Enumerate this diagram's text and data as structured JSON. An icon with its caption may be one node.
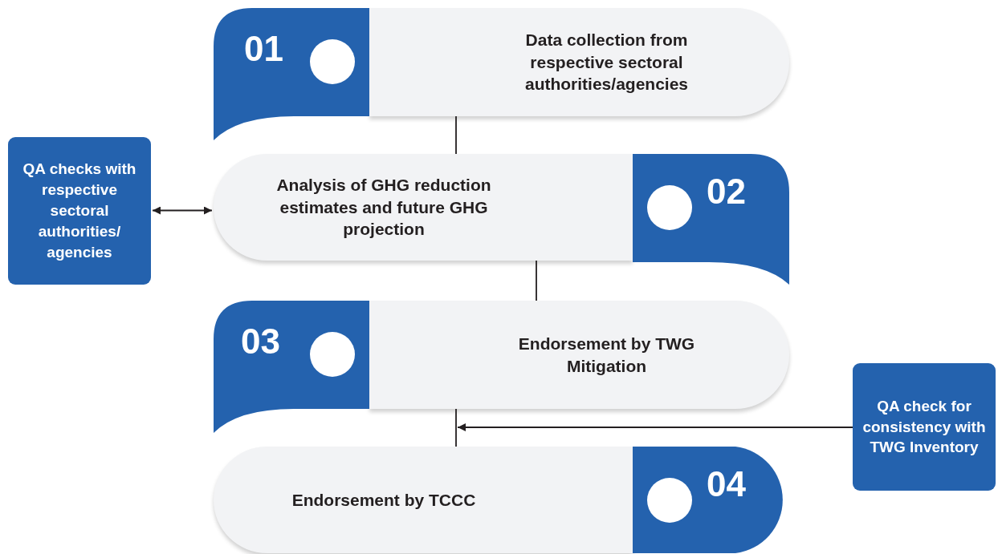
{
  "diagram": {
    "nodes": [
      {
        "text": [
          "01"
        ]
      },
      {
        "text": [
          "Data collection from respective sectoral authorities/agencies"
        ]
      },
      {
        "text": [
          "QA checks with respective sectoral authorities/ agencies"
        ]
      },
      {
        "text": [
          "Analysis of GHG reduction estimates and future GHG projection"
        ]
      },
      {
        "text": [
          "02"
        ]
      },
      {
        "text": [
          "03"
        ]
      },
      {
        "text": [
          "Endorsement by TWG Mitigation"
        ]
      },
      {
        "text": [
          "QA check for consistency with TWG Inventory"
        ]
      },
      {
        "text": [
          "Endorsement by TCCC"
        ]
      },
      {
        "text": [
          "04"
        ]
      }
    ],
    "edges": [
      {
        "from": 1,
        "to": 3,
        "arrow": "none"
      },
      {
        "from": 3,
        "to": 6,
        "arrow": "none"
      },
      {
        "from": 6,
        "to": 8,
        "arrow": "none"
      },
      {
        "from": 2,
        "to": 3,
        "arrow": "both"
      },
      {
        "from": 7,
        "to": 8,
        "arrow": "to"
      }
    ]
  }
}
